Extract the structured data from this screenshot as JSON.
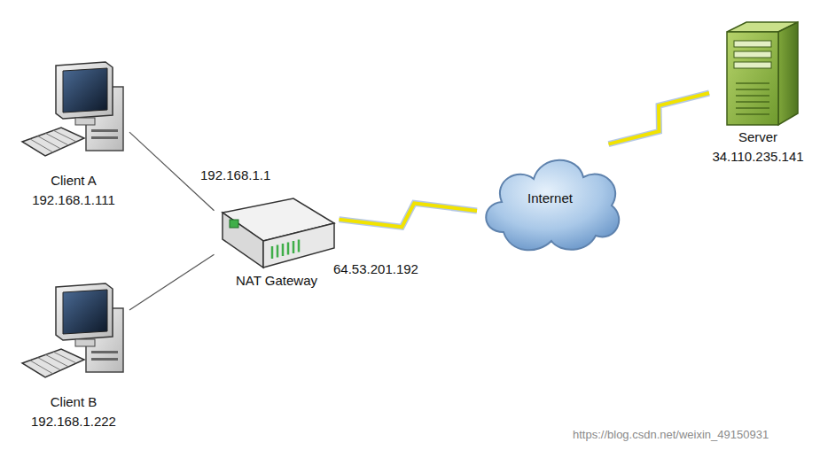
{
  "diagram": {
    "nodes": [
      {
        "text": [
          "Client A",
          "192.168.1.111"
        ]
      },
      {
        "text": [
          "Client B",
          "192.168.1.222"
        ]
      },
      {
        "text": [
          "NAT Gateway"
        ]
      },
      {
        "text": [
          "Internet"
        ]
      },
      {
        "text": [
          "Server",
          "34.110.235.141"
        ]
      }
    ],
    "edges": [
      {
        "from": 0,
        "to": 2,
        "arrow": "none"
      },
      {
        "from": 1,
        "to": 2,
        "arrow": "none"
      },
      {
        "from": 2,
        "to": 3,
        "arrow": "none"
      },
      {
        "from": 3,
        "to": 4,
        "arrow": "none"
      }
    ],
    "labels": [
      "192.168.1.1",
      "64.53.201.192",
      "https://blog.csdn.net/weixin_49150931"
    ]
  }
}
